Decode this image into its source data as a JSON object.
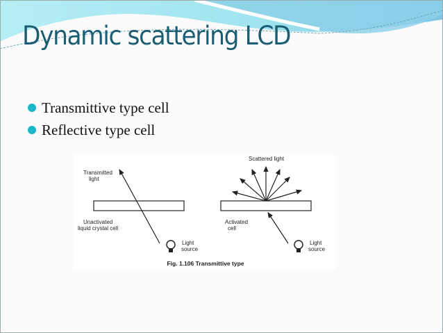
{
  "slide": {
    "title": "Dynamic scattering LCD",
    "bullets": [
      "Transmittive type cell",
      "Reflective type cell"
    ],
    "accent": "#1ab7c9",
    "title_color": "#1b5e73"
  },
  "figure": {
    "left": {
      "transmitted": [
        "Transmitted",
        "light"
      ],
      "cell": [
        "Unactivated",
        "liquid crystal cell"
      ],
      "source": [
        "Light",
        "source"
      ]
    },
    "right": {
      "scattered": "Scattered light",
      "cell": [
        "Activated",
        "cell"
      ],
      "source": [
        "Light",
        "source"
      ]
    },
    "caption": "Fig. 1.106 Transmittive type"
  }
}
